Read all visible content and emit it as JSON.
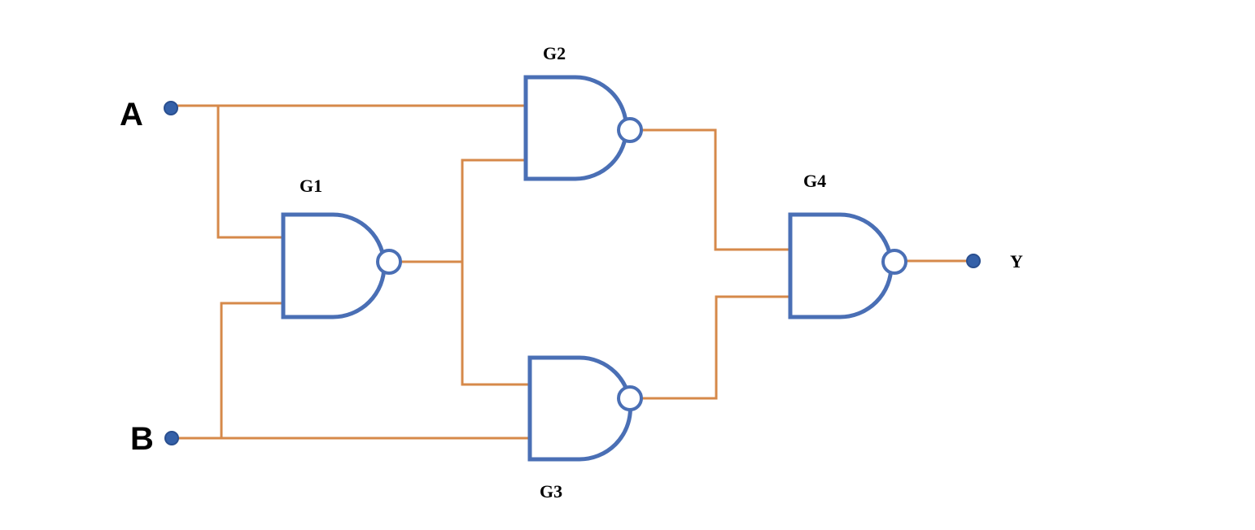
{
  "diagram": {
    "type": "logic-circuit",
    "description": "XOR gate built from four NAND gates",
    "colors": {
      "wire": "#D6894A",
      "gate": "#4A6FB5",
      "terminal": "#3460A8"
    },
    "inputs": [
      {
        "id": "A",
        "label": "A"
      },
      {
        "id": "B",
        "label": "B"
      }
    ],
    "outputs": [
      {
        "id": "Y",
        "label": "Y"
      }
    ],
    "gates": [
      {
        "id": "G1",
        "label": "G1",
        "type": "NAND",
        "inputs": [
          "A",
          "B"
        ]
      },
      {
        "id": "G2",
        "label": "G2",
        "type": "NAND",
        "inputs": [
          "A",
          "G1"
        ]
      },
      {
        "id": "G3",
        "label": "G3",
        "type": "NAND",
        "inputs": [
          "G1",
          "B"
        ]
      },
      {
        "id": "G4",
        "label": "G4",
        "type": "NAND",
        "inputs": [
          "G2",
          "G3"
        ]
      }
    ],
    "connections": [
      {
        "from": "A",
        "to": "G2.in1"
      },
      {
        "from": "A",
        "to": "G1.in1"
      },
      {
        "from": "B",
        "to": "G1.in2"
      },
      {
        "from": "B",
        "to": "G3.in2"
      },
      {
        "from": "G1.out",
        "to": "G2.in2"
      },
      {
        "from": "G1.out",
        "to": "G3.in1"
      },
      {
        "from": "G2.out",
        "to": "G4.in1"
      },
      {
        "from": "G3.out",
        "to": "G4.in2"
      },
      {
        "from": "G4.out",
        "to": "Y"
      }
    ]
  }
}
